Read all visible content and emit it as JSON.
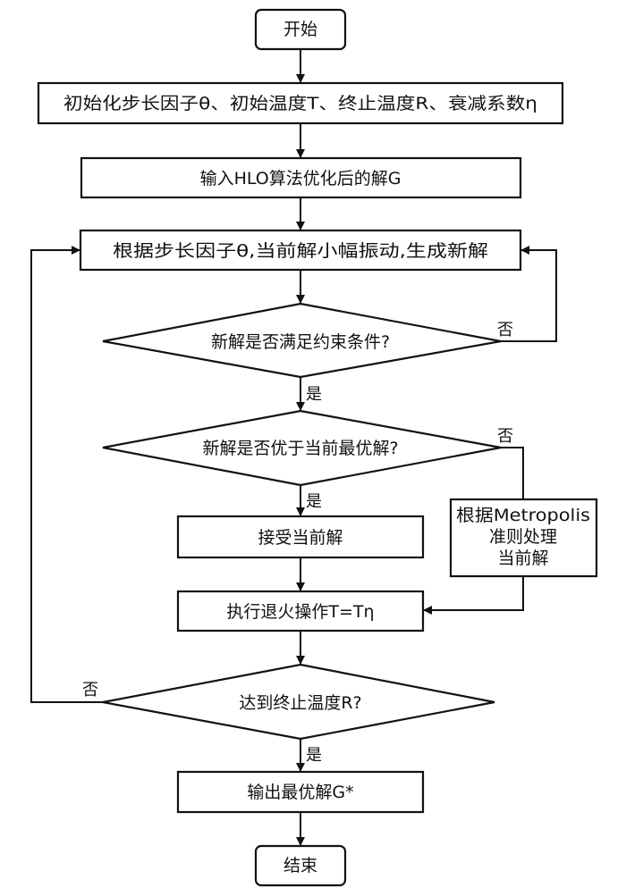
{
  "diagram": {
    "type": "flowchart",
    "nodes": {
      "start": {
        "kind": "terminal",
        "text": "开始"
      },
      "init": {
        "kind": "process",
        "text": "初始化步长因子θ、初始温度T、终止温度R、衰减系数η"
      },
      "input": {
        "kind": "process",
        "text": "输入HLO算法优化后的解G"
      },
      "perturb": {
        "kind": "process",
        "text": "根据步长因子θ,当前解小幅振动,生成新解"
      },
      "check_constraint": {
        "kind": "decision",
        "text": "新解是否满足约束条件?"
      },
      "check_better": {
        "kind": "decision",
        "text": "新解是否优于当前最优解?"
      },
      "accept": {
        "kind": "process",
        "text": "接受当前解"
      },
      "metropolis": {
        "kind": "process",
        "lines": [
          "根据Metropolis",
          "准则处理",
          "当前解"
        ]
      },
      "anneal": {
        "kind": "process",
        "text": "执行退火操作T=Tη"
      },
      "check_temp": {
        "kind": "decision",
        "text": "达到终止温度R?"
      },
      "output": {
        "kind": "process",
        "text": "输出最优解G*"
      },
      "end": {
        "kind": "terminal",
        "text": "结束"
      }
    },
    "edge_labels": {
      "constraint_no": "否",
      "constraint_yes": "是",
      "better_no": "否",
      "better_yes": "是",
      "temp_no": "否",
      "temp_yes": "是"
    },
    "edges": [
      {
        "from": "start",
        "to": "init"
      },
      {
        "from": "init",
        "to": "input"
      },
      {
        "from": "input",
        "to": "perturb"
      },
      {
        "from": "perturb",
        "to": "check_constraint"
      },
      {
        "from": "check_constraint",
        "to": "perturb",
        "label": "否"
      },
      {
        "from": "check_constraint",
        "to": "check_better",
        "label": "是"
      },
      {
        "from": "check_better",
        "to": "accept",
        "label": "是"
      },
      {
        "from": "check_better",
        "to": "metropolis",
        "label": "否"
      },
      {
        "from": "accept",
        "to": "anneal"
      },
      {
        "from": "metropolis",
        "to": "anneal"
      },
      {
        "from": "anneal",
        "to": "check_temp"
      },
      {
        "from": "check_temp",
        "to": "perturb",
        "label": "否"
      },
      {
        "from": "check_temp",
        "to": "output",
        "label": "是"
      },
      {
        "from": "output",
        "to": "end"
      }
    ]
  }
}
